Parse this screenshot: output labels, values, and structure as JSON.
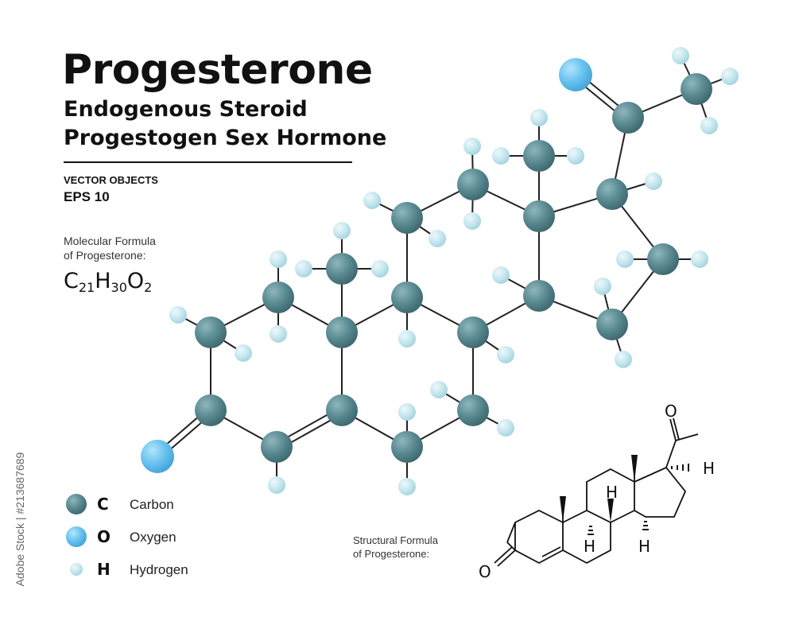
{
  "title": "Progesterone",
  "subtitle_line1": "Endogenous Steroid",
  "subtitle_line2": "Progestogen Sex Hormone",
  "vector_label": "VECTOR OBJECTS",
  "eps_label": "EPS 10",
  "molecular_formula_label_line1": "Molecular Formula",
  "molecular_formula_label_line2": "of Progesterone:",
  "formula": {
    "c": "C",
    "c_n": "21",
    "h": "H",
    "h_n": "30",
    "o": "O",
    "o_n": "2"
  },
  "legend": [
    {
      "symbol": "C",
      "name": "Carbon",
      "color": "#5a8a92"
    },
    {
      "symbol": "O",
      "name": "Oxygen",
      "color": "#69c3f0"
    },
    {
      "symbol": "H",
      "name": "Hydrogen",
      "color": "#bfe3ec"
    }
  ],
  "structural_formula_label_line1": "Structural  Formula",
  "structural_formula_label_line2": "of Progesterone:",
  "structural_labels": {
    "oxygen_top": "O",
    "oxygen_left": "O",
    "hydrogen": "H"
  },
  "stock_id": "Adobe Stock | #213687689"
}
